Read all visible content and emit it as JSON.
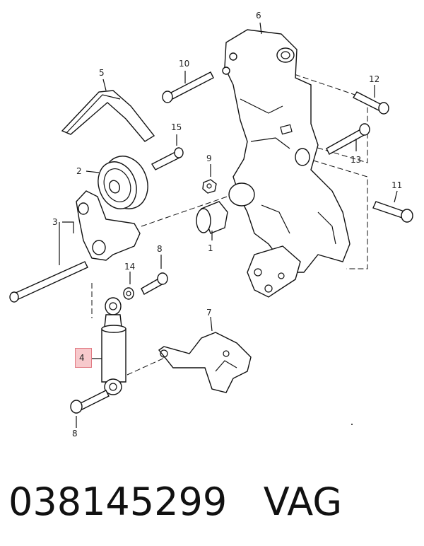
{
  "callouts": {
    "c1": "1",
    "c2": "2",
    "c3": "3",
    "c4": "4",
    "c5": "5",
    "c6": "6",
    "c7": "7",
    "c8a": "8",
    "c8b": "8",
    "c9": "9",
    "c10": "10",
    "c11": "11",
    "c12": "12",
    "c13": "13",
    "c14": "14",
    "c15": "15"
  },
  "footer": {
    "part_number": "038145299",
    "brand": "VAG"
  },
  "colors": {
    "highlight_fill": "#f7c9cc",
    "highlight_border": "#e27b84"
  }
}
